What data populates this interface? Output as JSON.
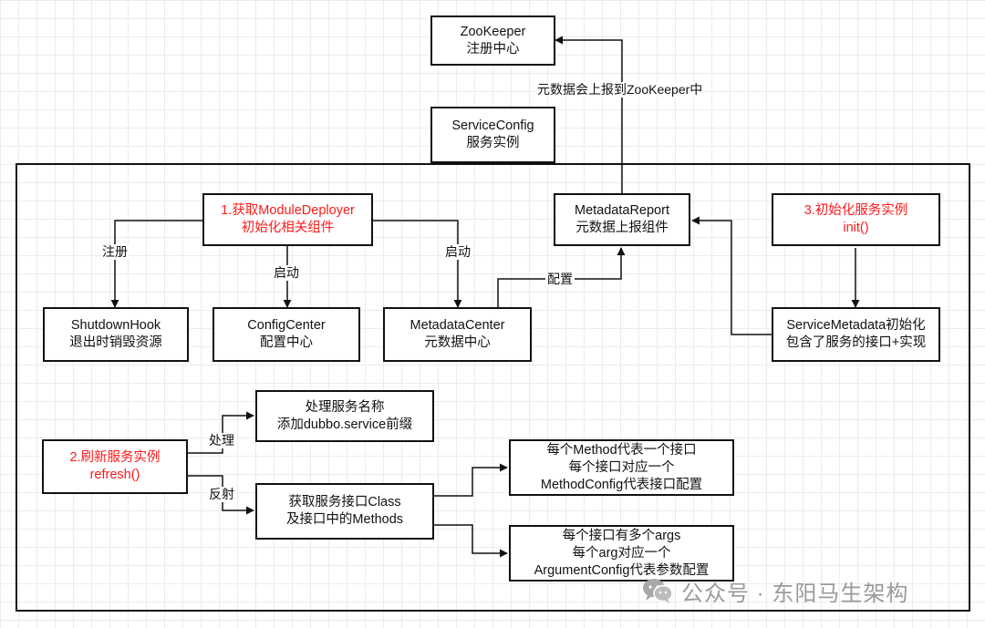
{
  "nodes": {
    "zookeeper": [
      "ZooKeeper",
      "注册中心"
    ],
    "service_config": [
      "ServiceConfig",
      "服务实例"
    ],
    "module_deployer": [
      "1.获取ModuleDeployer",
      "初始化相关组件"
    ],
    "metadata_report": [
      "MetadataReport",
      "元数据上报组件"
    ],
    "init_service": [
      "3.初始化服务实例",
      "init()"
    ],
    "shutdown_hook": [
      "ShutdownHook",
      "退出时销毁资源"
    ],
    "config_center": [
      "ConfigCenter",
      "配置中心"
    ],
    "metadata_center": [
      "MetadataCenter",
      "元数据中心"
    ],
    "service_metadata": [
      "ServiceMetadata初始化",
      "包含了服务的接口+实现"
    ],
    "handle_name": [
      "处理服务名称",
      "添加dubbo.service前缀"
    ],
    "refresh": [
      "2.刷新服务实例",
      "refresh()"
    ],
    "method_config": [
      "每个Method代表一个接口",
      "每个接口对应一个",
      "MethodConfig代表接口配置"
    ],
    "get_class": [
      "获取服务接口Class",
      "及接口中的Methods"
    ],
    "argument_config": [
      "每个接口有多个args",
      "每个arg对应一个",
      "ArgumentConfig代表参数配置"
    ]
  },
  "edge_labels": {
    "report_to_zk": "元数据会上报到ZooKeeper中",
    "register": "注册",
    "start_config": "启动",
    "start_metadata": "启动",
    "configure": "配置",
    "process": "处理",
    "reflect": "反射"
  },
  "watermark": "公众号 · 东阳马生架构",
  "colors": {
    "highlight": "#ff1a1a",
    "stroke": "#111111"
  }
}
